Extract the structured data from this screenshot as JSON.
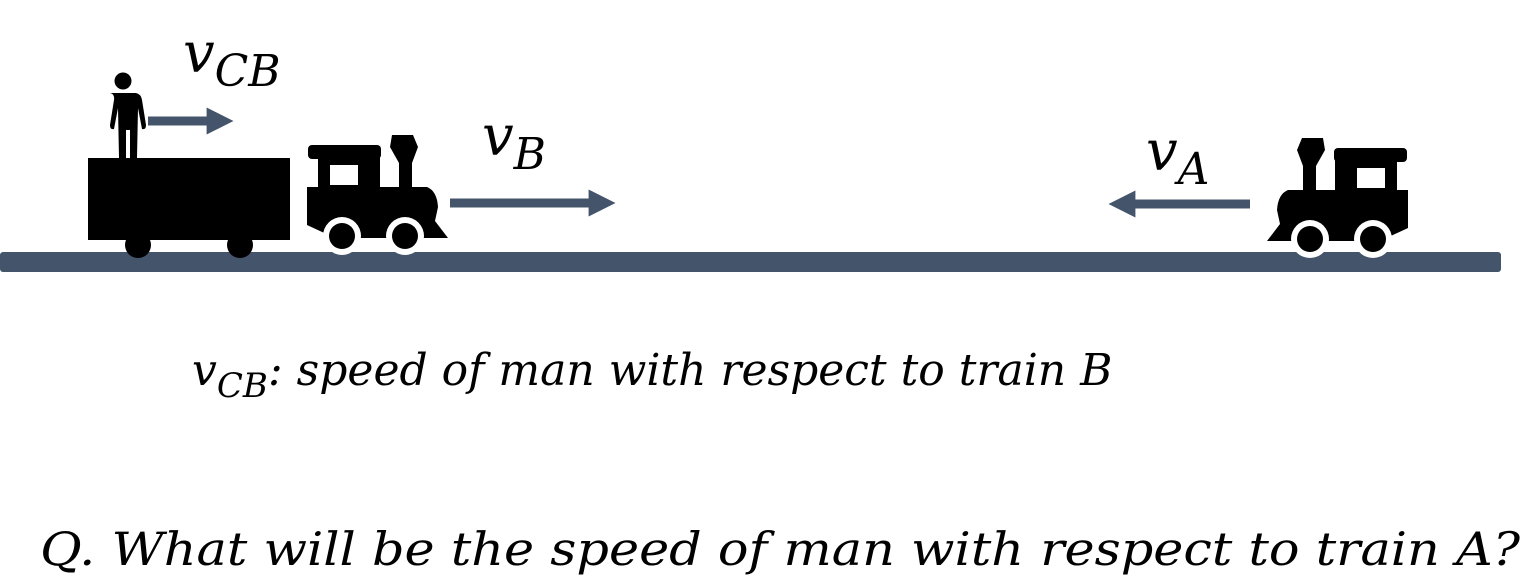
{
  "colors": {
    "track": "#44546a",
    "arrow": "#44546a",
    "silhouette": "#000000"
  },
  "labels": {
    "v_cb": {
      "base": "v",
      "sub": "CB"
    },
    "v_b": {
      "base": "v",
      "sub": "B"
    },
    "v_a": {
      "base": "v",
      "sub": "A"
    }
  },
  "definition": {
    "base": "v",
    "sub": "CB",
    "text": ": speed of  man with respect to train B"
  },
  "question": "Q. What will be the speed of  man with respect to train A?",
  "icons": [
    "person-icon",
    "train-car-icon",
    "locomotive-icon"
  ]
}
